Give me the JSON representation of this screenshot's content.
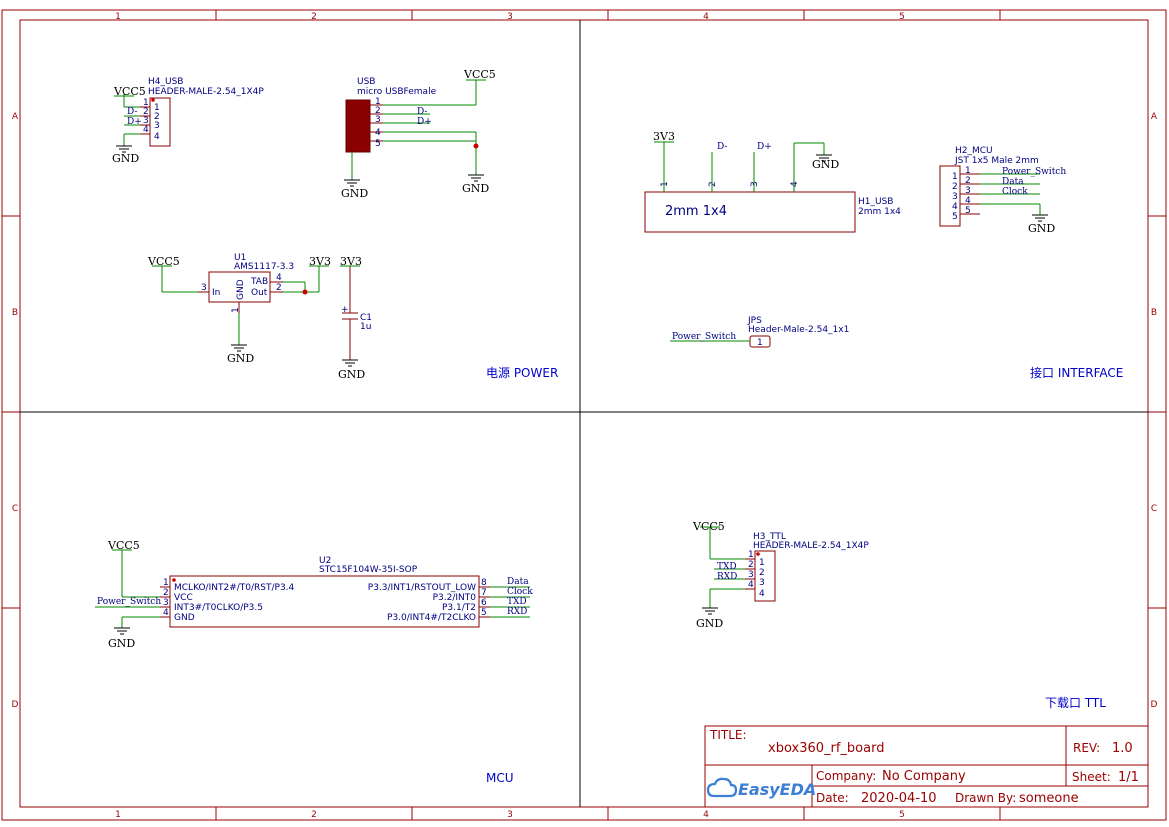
{
  "zones": {
    "columns": [
      "1",
      "2",
      "3",
      "4",
      "5"
    ],
    "rows": [
      "A",
      "B",
      "C",
      "D"
    ]
  },
  "sections": {
    "power": "电源 POWER",
    "interface": "接口 INTERFACE",
    "mcu": "MCU",
    "ttl": "下载口 TTL"
  },
  "nets": {
    "vcc5": "VCC5",
    "v3v3": "3V3",
    "gnd": "GND",
    "dminus": "D-",
    "dplus": "D+",
    "power_switch": "Power_Switch",
    "data": "Data",
    "clock": "Clock",
    "txd": "TXD",
    "rxd": "RXD"
  },
  "components": {
    "h4": {
      "ref": "H4_USB",
      "value": "HEADER-MALE-2.54_1X4P",
      "pins": [
        "1",
        "2",
        "3",
        "4"
      ]
    },
    "usb": {
      "ref": "USB",
      "value": "micro USBFemale",
      "pins": [
        "1",
        "2",
        "3",
        "4",
        "5"
      ]
    },
    "u1": {
      "ref": "U1",
      "value": "AMS1117-3.3",
      "pin_in": "In",
      "pin_gnd": "GND",
      "pin_tab": "TAB",
      "pin_out": "Out",
      "n_in": "3",
      "n_gnd": "1",
      "n_tab": "4",
      "n_out": "2"
    },
    "c1": {
      "ref": "C1",
      "value": "1u",
      "plus": "+"
    },
    "h1": {
      "ref": "H1_USB",
      "value": "2mm 1x4",
      "label": "2mm 1x4",
      "pins": [
        "1",
        "2",
        "3",
        "4"
      ]
    },
    "h2": {
      "ref": "H2_MCU",
      "value": "JST 1x5 Male 2mm",
      "pins": [
        "1",
        "2",
        "3",
        "4",
        "5"
      ]
    },
    "jps": {
      "ref": "JPS",
      "value": "Header-Male-2.54_1x1",
      "pin": "1"
    },
    "u2": {
      "ref": "U2",
      "value": "STC15F104W-35I-SOP",
      "left": [
        {
          "num": "1",
          "name": "MCLKO/INT2#/T0/RST/P3.4"
        },
        {
          "num": "2",
          "name": "VCC"
        },
        {
          "num": "3",
          "name": "INT3#/T0CLKO/P3.5"
        },
        {
          "num": "4",
          "name": "GND"
        }
      ],
      "right": [
        {
          "num": "8",
          "name": "P3.3/INT1/RSTOUT_LOW"
        },
        {
          "num": "7",
          "name": "P3.2/INT0"
        },
        {
          "num": "6",
          "name": "P3.1/T2"
        },
        {
          "num": "5",
          "name": "P3.0/INT4#/T2CLKO"
        }
      ]
    },
    "h3": {
      "ref": "H3_TTL",
      "value": "HEADER-MALE-2.54_1X4P",
      "pins": [
        "1",
        "2",
        "3",
        "4"
      ]
    }
  },
  "title_block": {
    "title_label": "TITLE:",
    "title": "xbox360_rf_board",
    "rev_label": "REV:",
    "rev": "1.0",
    "company_label": "Company:",
    "company": "No Company",
    "sheet_label": "Sheet:",
    "sheet": "1/1",
    "date_label": "Date:",
    "date": "2020-04-10",
    "drawn_label": "Drawn By:",
    "drawn": "someone",
    "logo": "EasyEDA"
  }
}
